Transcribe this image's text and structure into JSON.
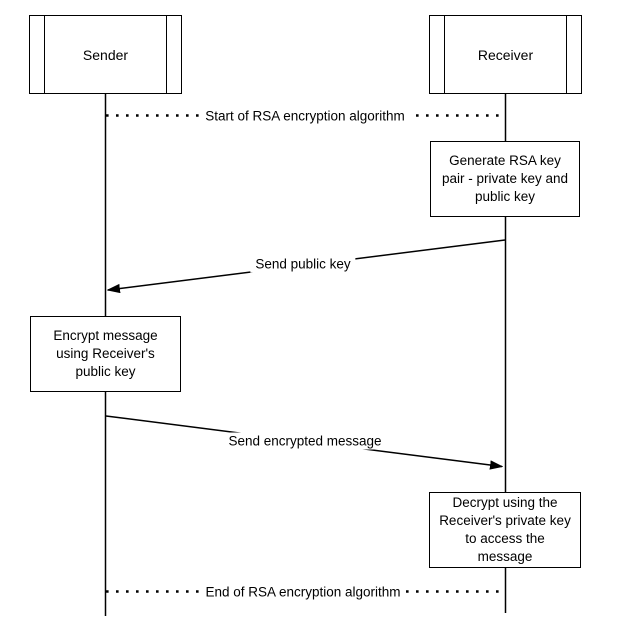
{
  "diagram": {
    "type": "sequence-diagram",
    "participants": [
      {
        "label": "Sender"
      },
      {
        "label": "Receiver"
      }
    ],
    "separators": [
      {
        "label": "Start of RSA encryption algorithm"
      },
      {
        "label": "End of RSA encryption algorithm"
      }
    ],
    "boxes": [
      {
        "owner": "Receiver",
        "label": "Generate RSA key\npair - private key and\npublic key"
      },
      {
        "owner": "Sender",
        "label": "Encrypt message\nusing Receiver's\npublic key"
      },
      {
        "owner": "Receiver",
        "label": "Decrypt using the\nReceiver's private key\nto access the\nmessage"
      }
    ],
    "messages": [
      {
        "from": "Receiver",
        "to": "Sender",
        "label": "Send public key"
      },
      {
        "from": "Sender",
        "to": "Receiver",
        "label": "Send encrypted message"
      }
    ],
    "colors": {
      "stroke": "#000000",
      "background": "#ffffff"
    }
  }
}
